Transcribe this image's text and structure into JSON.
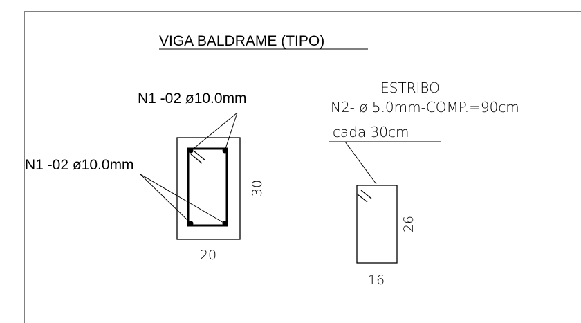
{
  "title": "VIGA BALDRAME (TIPO)",
  "beam_section": {
    "top_bar_label": "N1 -02  ø10.0mm",
    "bottom_bar_label": "N1 -02  ø10.0mm",
    "height_dim": "30",
    "width_dim": "20"
  },
  "stirrup": {
    "heading": "ESTRIBO",
    "spec": "N2- ø 5.0mm-COMP.=90cm",
    "spacing": "cada 30cm",
    "height_dim": "26",
    "width_dim": "16"
  }
}
